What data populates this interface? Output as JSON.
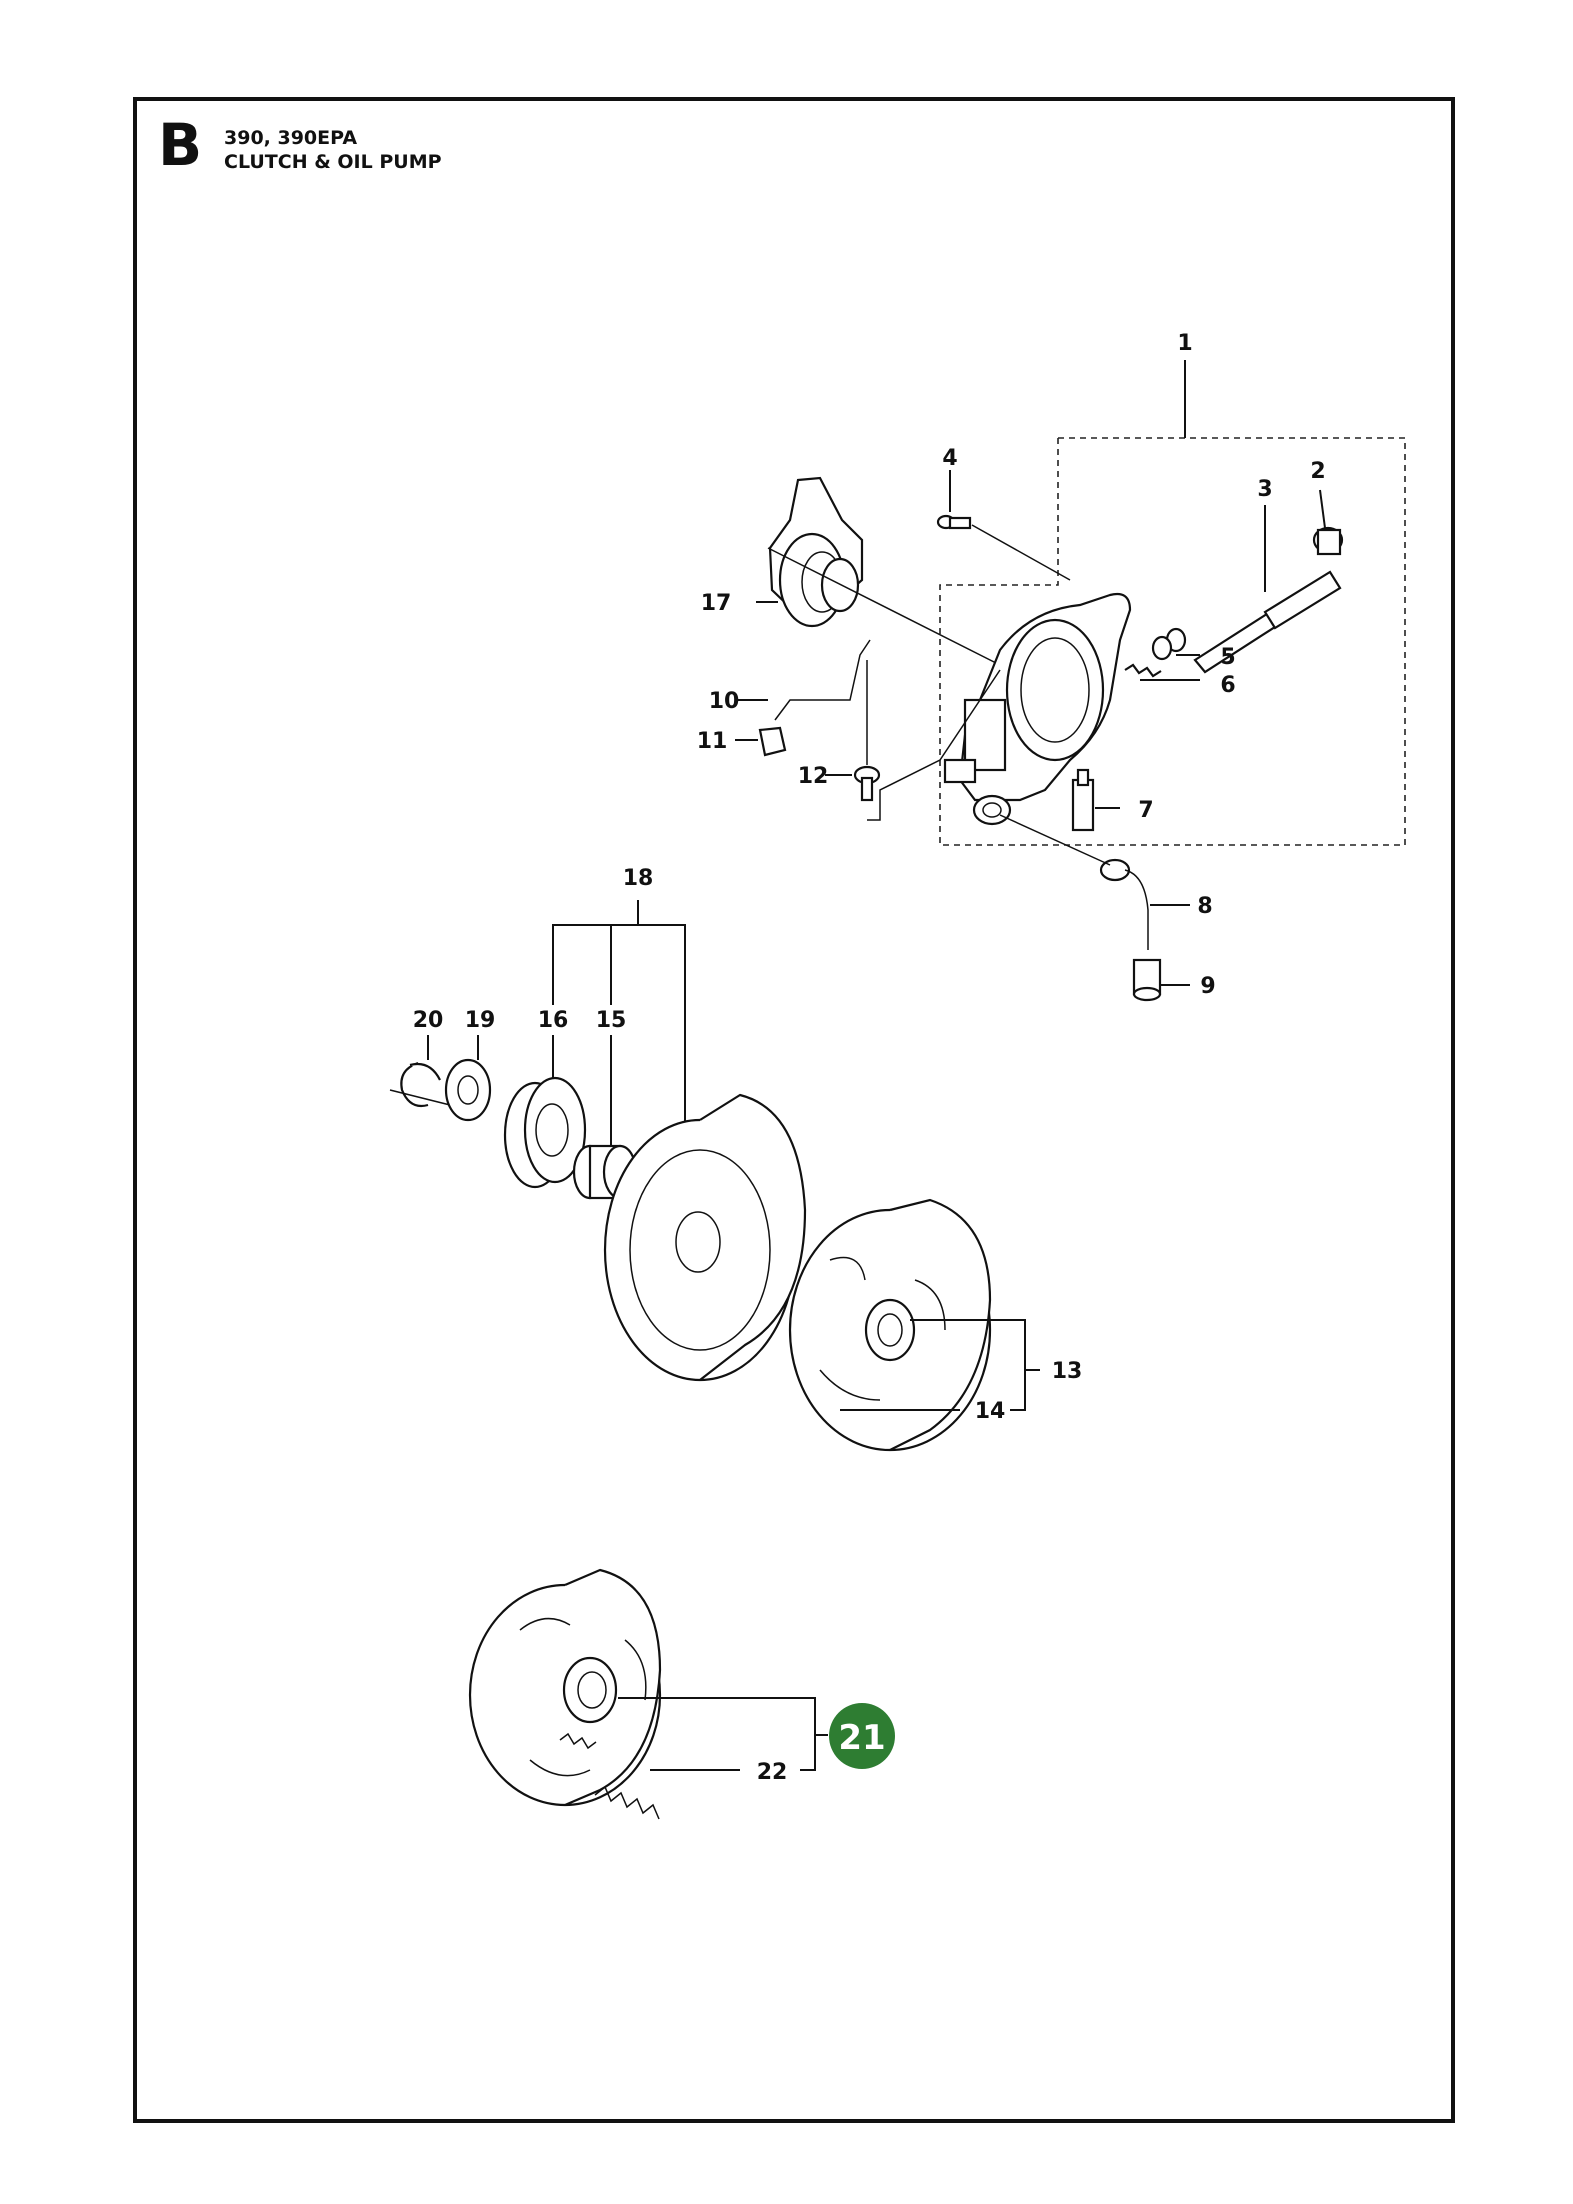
{
  "section": {
    "letter": "B",
    "models": "390, 390EPA",
    "title": "CLUTCH & OIL PUMP"
  },
  "callouts": [
    {
      "number": "1",
      "highlighted": false
    },
    {
      "number": "2",
      "highlighted": false
    },
    {
      "number": "3",
      "highlighted": false
    },
    {
      "number": "4",
      "highlighted": false
    },
    {
      "number": "5",
      "highlighted": false
    },
    {
      "number": "6",
      "highlighted": false
    },
    {
      "number": "7",
      "highlighted": false
    },
    {
      "number": "8",
      "highlighted": false
    },
    {
      "number": "9",
      "highlighted": false
    },
    {
      "number": "10",
      "highlighted": false
    },
    {
      "number": "11",
      "highlighted": false
    },
    {
      "number": "12",
      "highlighted": false
    },
    {
      "number": "13",
      "highlighted": false
    },
    {
      "number": "14",
      "highlighted": false
    },
    {
      "number": "15",
      "highlighted": false
    },
    {
      "number": "16",
      "highlighted": false
    },
    {
      "number": "17",
      "highlighted": false
    },
    {
      "number": "18",
      "highlighted": false
    },
    {
      "number": "19",
      "highlighted": false
    },
    {
      "number": "20",
      "highlighted": false
    },
    {
      "number": "21",
      "highlighted": true
    },
    {
      "number": "22",
      "highlighted": false
    }
  ],
  "colors": {
    "highlight": "#2e7d32",
    "ink": "#111111"
  }
}
